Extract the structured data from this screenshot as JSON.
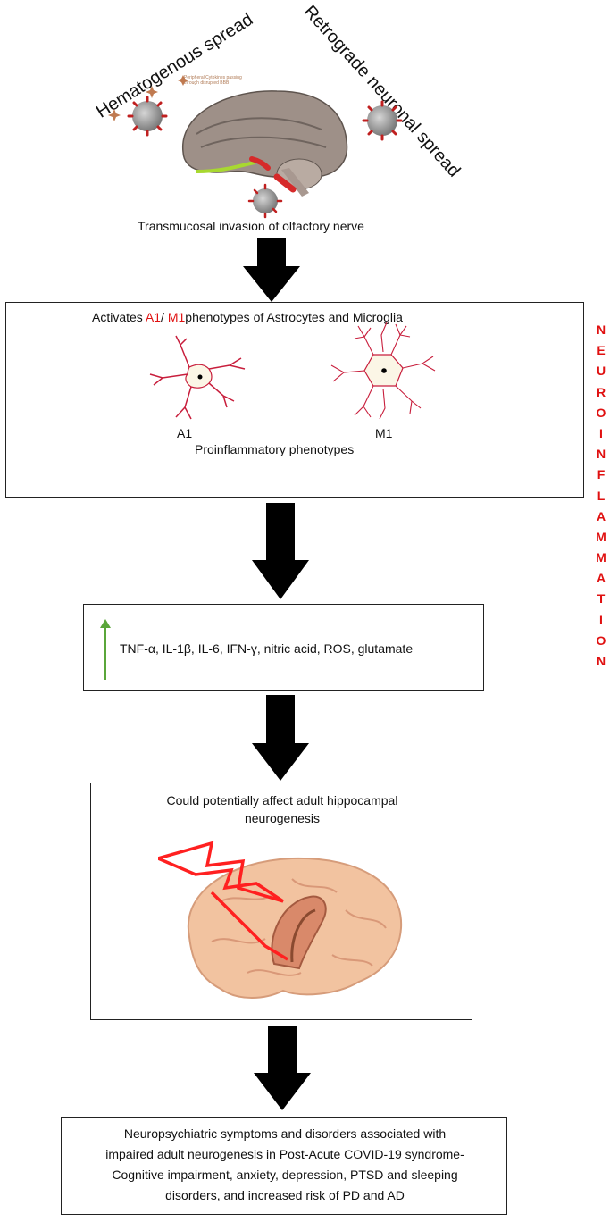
{
  "top": {
    "hematogenous_label": "Hematogenous spread",
    "retrograde_label": "Retrograde neuronal spread",
    "cytokine_note_line1": "Peripheral Cytokines passing",
    "cytokine_note_line2": "through disrupted BBB",
    "olfactory_caption": "Transmucosal invasion of olfactory nerve"
  },
  "box1": {
    "title_prefix": "Activates ",
    "title_a1": "A1",
    "title_slash": "/ ",
    "title_m1": "M1",
    "title_suffix": "phenotypes  of Astrocytes and Microglia",
    "cell_a1_label": "A1",
    "cell_m1_label": "M1",
    "caption": "Proinflammatory phenotypes"
  },
  "box2": {
    "cytokines": "TNF-α, IL-1β, IL-6, IFN-γ, nitric acid, ROS, glutamate"
  },
  "box3": {
    "line1": "Could potentially affect adult hippocampal",
    "line2": "neurogenesis"
  },
  "box4": {
    "line1": "Neuropsychiatric symptoms and disorders associated with",
    "line2": "impaired adult neurogenesis in Post-Acute  COVID-19 syndrome-",
    "line3": "Cognitive impairment, anxiety, depression,  PTSD and sleeping",
    "line4": "disorders, and increased risk of PD and AD"
  },
  "side_letters": [
    "N",
    "E",
    "U",
    "R",
    "O",
    "I",
    "N",
    "F",
    "L",
    "A",
    "M",
    "M",
    "A",
    "T",
    "I",
    "O",
    "N"
  ],
  "colors": {
    "accent_red": "#e01010",
    "arrow_black": "#000000",
    "up_arrow_green": "#5aa63a"
  }
}
